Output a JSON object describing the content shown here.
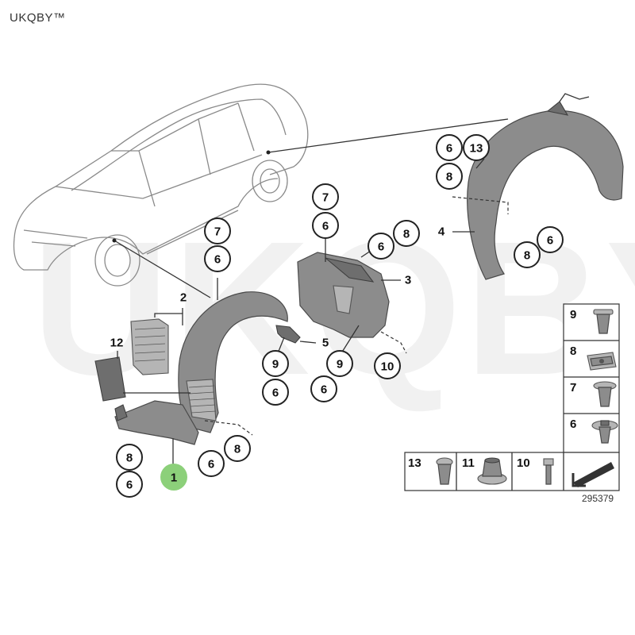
{
  "brand": "UKQBY™",
  "watermark": "UKQBY™",
  "reference_number": "295379",
  "colors": {
    "highlight": "#8cd07a",
    "part": "#8c8c8c",
    "outline": "#222222"
  },
  "labels": {
    "c6_13_6": "6",
    "c6_13_13": "13",
    "c8_top": "8",
    "p4": "4",
    "c6_right": "6",
    "c8_right": "8",
    "c7_center": "7",
    "c6_center": "6",
    "c6_center_b": "6",
    "c8_center": "8",
    "p3": "3",
    "c7_left": "7",
    "c6_left": "6",
    "p2": "2",
    "p12": "12",
    "p5": "5",
    "c9_a": "9",
    "c9_b": "9",
    "c10": "10",
    "c6_low_a": "6",
    "c6_low_b": "6",
    "c8_low_right": "8",
    "c6_low_right": "6",
    "c8_bottom_left": "8",
    "c6_bottom_left": "6",
    "p1": "1"
  },
  "legend": {
    "items": [
      {
        "num": "9",
        "icon": "expanding-nut-icon"
      },
      {
        "num": "8",
        "icon": "spring-nut-icon"
      },
      {
        "num": "7",
        "icon": "plastic-rivet-icon"
      },
      {
        "num": "6",
        "icon": "push-clip-icon"
      },
      {
        "num": "13",
        "icon": "spreader-rivet-icon"
      },
      {
        "num": "11",
        "icon": "hex-nut-icon"
      },
      {
        "num": "10",
        "icon": "bolt-icon"
      }
    ],
    "arrow_icon": "direction-arrow-icon"
  }
}
